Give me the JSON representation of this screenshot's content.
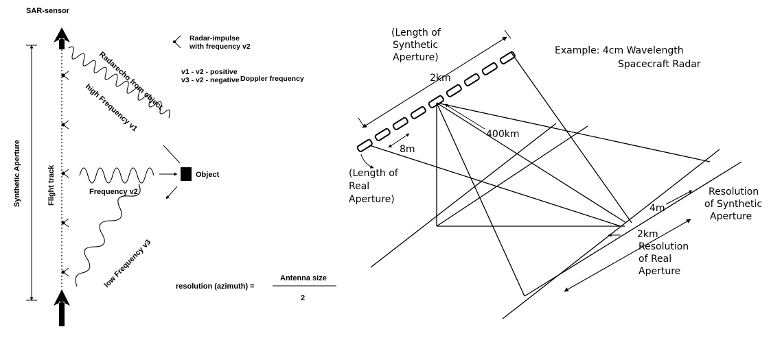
{
  "left": {
    "sensor_label": "SAR-sensor",
    "synthetic_aperture": "Synthetic Aperture",
    "flight_track": "Flight track",
    "radar_impulse_line1": "Radar-impulse",
    "radar_impulse_line2": "with frequency v2",
    "v1_v2": "v1 - v2 - positive",
    "v3_v2": "v3 - v2 - negative",
    "doppler": "Doppler frequency",
    "radarecho": "Radarecho from object",
    "high_freq": "high Frequency v1",
    "frequency_v2": "Frequency v2",
    "object": "Object",
    "low_freq": "low Frequency v3",
    "resolution_label": "resolution (azimuth) =",
    "numerator": "Antenna size",
    "denominator": "2"
  },
  "right": {
    "length_synth_1": "(Length of",
    "length_synth_2": "Synthetic",
    "length_synth_3": "Aperture)",
    "example_1": "Example:  4cm Wavelength",
    "example_2": "Spacecraft Radar",
    "dist_2km_top": "2km",
    "dist_8m": "8m",
    "dist_400km": "400km",
    "length_real_1": "(Length of",
    "length_real_2": "Real",
    "length_real_3": "Aperture)",
    "res_synth_1": "Resolution",
    "res_synth_2": "of Synthetic",
    "res_synth_3": "Aperture",
    "dist_4m": "4m",
    "dist_2km_bottom": "2km",
    "res_real_1": "Resolution",
    "res_real_2": "of Real",
    "res_real_3": "Aperture"
  }
}
